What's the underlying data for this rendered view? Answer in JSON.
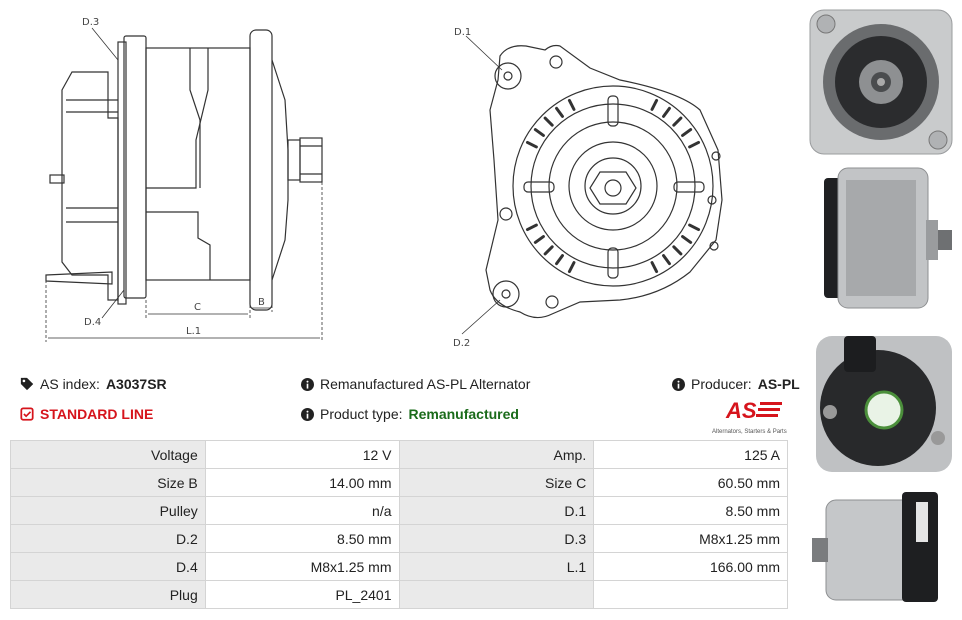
{
  "labels": {
    "d1": "D.1",
    "d2": "D.2",
    "d3": "D.3",
    "d4": "D.4",
    "b": "B",
    "c": "C",
    "l1": "L.1"
  },
  "info": {
    "as_index_label": "AS index:",
    "as_index_value": "A3037SR",
    "description": "Remanufactured AS-PL Alternator",
    "producer_label": "Producer:",
    "producer_value": "AS-PL",
    "line": "STANDARD LINE",
    "product_type_label": "Product type:",
    "product_type_value": "Remanufactured"
  },
  "logo": {
    "mark": "AS",
    "tagline": "Alternators, Starters & Parts",
    "color": "#d6141c"
  },
  "specs": [
    [
      "Voltage",
      "12 V",
      "Amp.",
      "125 A"
    ],
    [
      "Size B",
      "14.00 mm",
      "Size C",
      "60.50 mm"
    ],
    [
      "Pulley",
      "n/a",
      "D.1",
      "8.50 mm"
    ],
    [
      "D.2",
      "8.50 mm",
      "D.3",
      "M8x1.25 mm"
    ],
    [
      "D.4",
      "M8x1.25 mm",
      "L.1",
      "166.00 mm"
    ],
    [
      "Plug",
      "PL_2401",
      "",
      ""
    ]
  ],
  "icons": {
    "tag": "tag-icon",
    "info": "info-circle-icon",
    "check": "check-square-icon"
  }
}
